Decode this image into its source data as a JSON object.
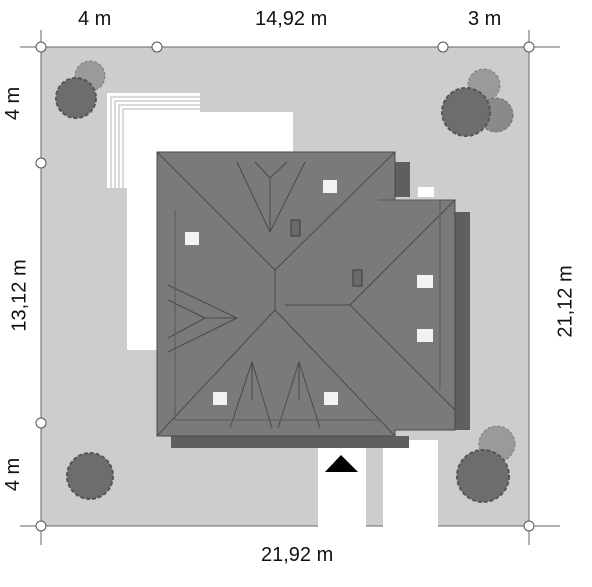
{
  "dimensions": {
    "top_left": "4 m",
    "top_middle": "14,92 m",
    "top_right": "3 m",
    "left_top": "4 m",
    "left_middle": "13,12 m",
    "left_bottom": "4 m",
    "right": "21,12 m",
    "bottom": "21,92 m"
  },
  "colors": {
    "plot": "#cdcdcd",
    "roof": "#7a7a7a",
    "roof_line": "#4a4a4a",
    "shadow": "#5f5f5f",
    "terrace": "#ffffff",
    "tree_dark": "#6d6d6d",
    "tree_light": "#9a9a9a"
  }
}
